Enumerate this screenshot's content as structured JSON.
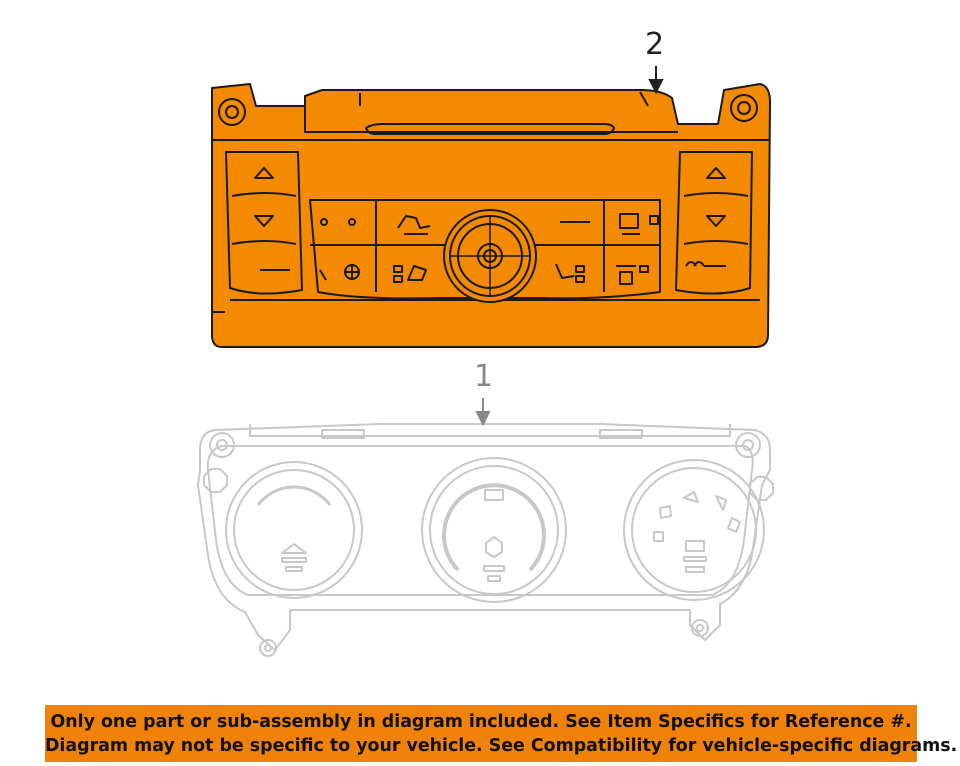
{
  "callouts": {
    "part_1": "1",
    "part_2": "2"
  },
  "notice": {
    "line1": "Only one part or sub-assembly in diagram included. See Item Specifics for Reference #.",
    "line2": "Diagram may not be specific to your vehicle. See Compatibility for vehicle-specific diagrams."
  },
  "colors": {
    "highlight_part": "#f38a00",
    "notice_bar": "#f0820a",
    "line": "#1a1a1a",
    "ghost_part": "#c8c8c8"
  }
}
